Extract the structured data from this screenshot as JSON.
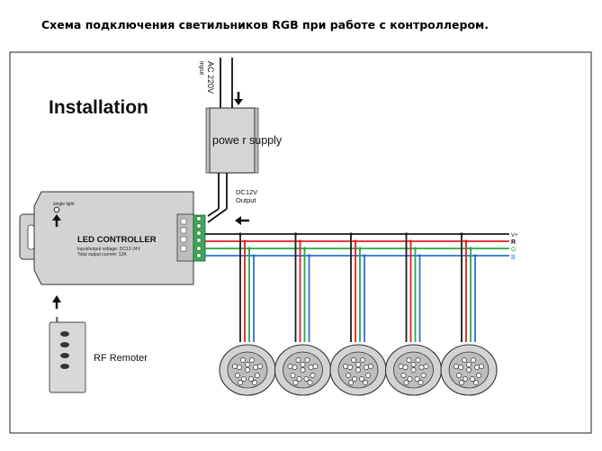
{
  "caption": "Схема подключения светильников RGB при работе с контроллером.",
  "heading": "Installation",
  "ac_input": {
    "line1": "AC 220V",
    "line2": "input"
  },
  "power_supply_label": "powe r supply",
  "dc_output": {
    "line1": "DC12V",
    "line2": "Output"
  },
  "controller": {
    "title": "LED CONTROLLER",
    "spec1": "Input/output voltage: DC12-24V",
    "spec2": "Total output current: 12A",
    "signal_light": "single  light"
  },
  "remote_label": "RF Remoter",
  "bus_labels": {
    "v": "V+",
    "r": "R",
    "g": "G",
    "b": "B"
  },
  "wire_colors": {
    "v": "#1a1a1a",
    "r": "#e0201e",
    "g": "#2aa845",
    "b": "#2f6fcf"
  },
  "lamp_count": 5
}
